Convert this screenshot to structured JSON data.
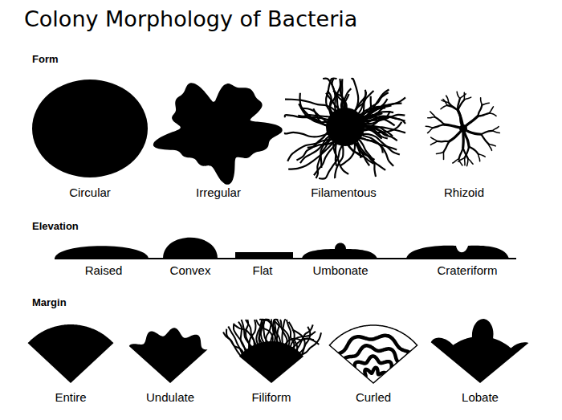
{
  "diagram": {
    "title": "Colony Morphology of Bacteria",
    "labels": [
      "Form",
      "Circular",
      "Irregular",
      "Filamentous",
      "Rhizoid",
      "Elevation",
      "Raised",
      "Convex",
      "Flat",
      "Umbonate",
      "Crateriform",
      "Margin",
      "Entire",
      "Undulate",
      "Filiform",
      "Curled",
      "Lobate"
    ]
  }
}
